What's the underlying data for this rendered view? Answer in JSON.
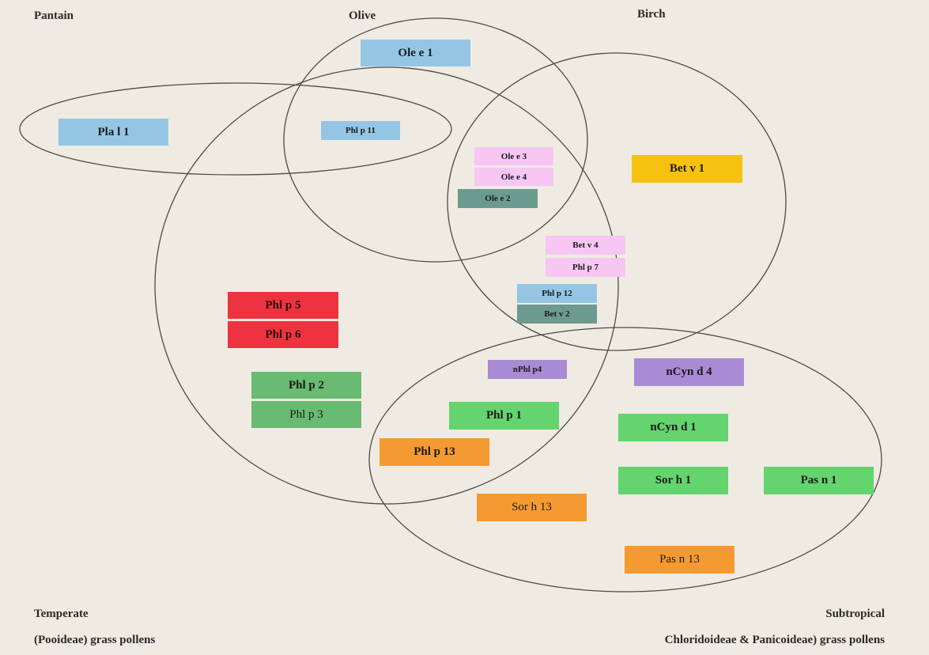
{
  "titles": {
    "plantain": "Pantain",
    "olive": "Olive",
    "birch": "Birch"
  },
  "corners": {
    "temperate_1": "Temperate",
    "temperate_2": "(Pooideae) grass pollens",
    "subtropical_1": "Subtropical",
    "subtropical_2": "Chloridoideae & Panicoideae) grass pollens"
  },
  "colors": {
    "background": "#efebe2",
    "ellipse_stroke": "#4a4a4a",
    "blue": "#94c6e4",
    "yellow": "#f6c20f",
    "pink": "#f7c6f3",
    "teal": "#6d9a8f",
    "red": "#ee3340",
    "green_dark": "#68bb71",
    "green_light": "#63d46e",
    "purple": "#a98ad4",
    "orange": "#f59a30"
  },
  "allergens": [
    {
      "id": "ole-e-1",
      "label": "Ole e 1",
      "color": "blue",
      "bold": true
    },
    {
      "id": "pla-l-1",
      "label": "Pla l 1",
      "color": "blue",
      "bold": true
    },
    {
      "id": "phl-p-11",
      "label": "Phl p 11",
      "color": "blue",
      "bold": true
    },
    {
      "id": "ole-e-3",
      "label": "Ole e 3",
      "color": "pink",
      "bold": true
    },
    {
      "id": "ole-e-4",
      "label": "Ole e 4",
      "color": "pink",
      "bold": true
    },
    {
      "id": "ole-e-2",
      "label": "Ole e 2",
      "color": "teal",
      "bold": true
    },
    {
      "id": "bet-v-1",
      "label": "Bet v 1",
      "color": "yellow",
      "bold": true
    },
    {
      "id": "bet-v-4",
      "label": "Bet v 4",
      "color": "pink",
      "bold": true
    },
    {
      "id": "phl-p-7",
      "label": "Phl p 7",
      "color": "pink",
      "bold": true
    },
    {
      "id": "phl-p-12",
      "label": "Phl p 12",
      "color": "blue",
      "bold": true
    },
    {
      "id": "bet-v-2",
      "label": "Bet v 2",
      "color": "teal",
      "bold": true
    },
    {
      "id": "phl-p-5",
      "label": "Phl p 5",
      "color": "red",
      "bold": true
    },
    {
      "id": "phl-p-6",
      "label": "Phl p 6",
      "color": "red",
      "bold": true
    },
    {
      "id": "nphl-p4",
      "label": "nPhl p4",
      "color": "purple",
      "bold": true
    },
    {
      "id": "ncyn-d-4",
      "label": "nCyn d 4",
      "color": "purple",
      "bold": true
    },
    {
      "id": "phl-p-2",
      "label": "Phl p 2",
      "color": "green_dark",
      "bold": true
    },
    {
      "id": "phl-p-3",
      "label": "Phl p 3",
      "color": "green_dark",
      "bold": false
    },
    {
      "id": "phl-p-1",
      "label": "Phl p 1",
      "color": "green_light",
      "bold": true
    },
    {
      "id": "ncyn-d-1",
      "label": "nCyn d 1",
      "color": "green_light",
      "bold": true
    },
    {
      "id": "phl-p-13",
      "label": "Phl p 13",
      "color": "orange",
      "bold": true
    },
    {
      "id": "sor-h-1",
      "label": "Sor h 1",
      "color": "green_light",
      "bold": true
    },
    {
      "id": "pas-n-1",
      "label": "Pas n 1",
      "color": "green_light",
      "bold": true
    },
    {
      "id": "sor-h-13",
      "label": "Sor h 13",
      "color": "orange",
      "bold": false
    },
    {
      "id": "pas-n-13",
      "label": "Pas n 13",
      "color": "orange",
      "bold": false
    }
  ]
}
